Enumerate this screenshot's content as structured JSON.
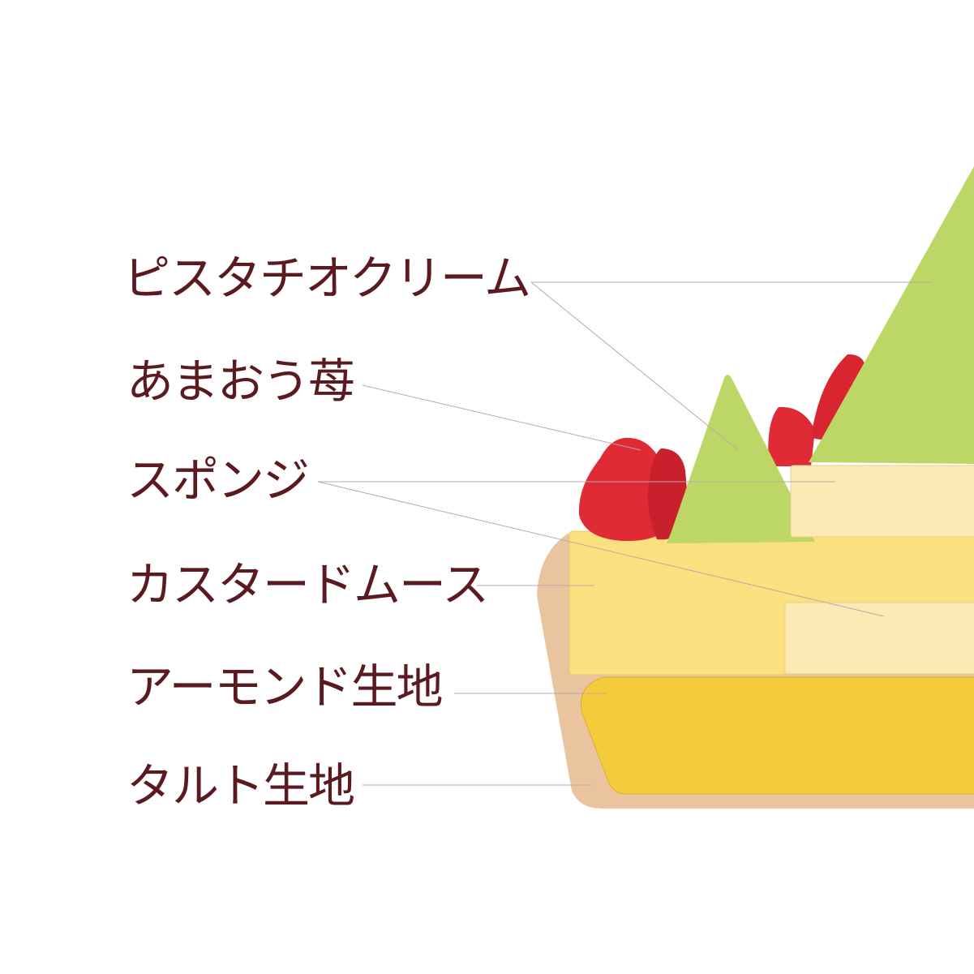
{
  "labels": {
    "pistachio_cream": "ピスタチオクリーム",
    "amaou_strawberry": "あまおう苺",
    "sponge": "スポンジ",
    "custard_mousse": "カスタードムース",
    "almond_dough": "アーモンド生地",
    "tart_dough": "タルト生地"
  },
  "colors": {
    "text": "#5b1a1f",
    "pistachio": "#bdd766",
    "strawberry": "#e02b36",
    "sponge": "#fde9b3",
    "custard": "#fbe07f",
    "almond": "#f4cb3a",
    "tart": "#eac49e",
    "leader": "#b9a9ab"
  }
}
